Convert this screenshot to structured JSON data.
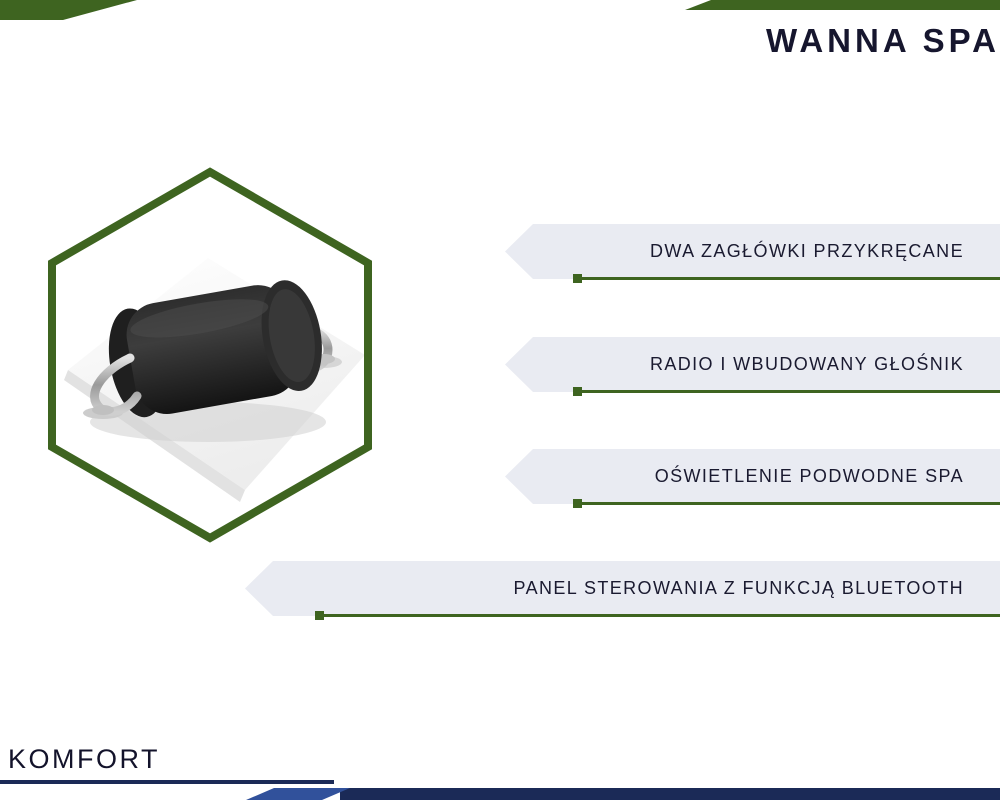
{
  "header": {
    "title": "WANNA SPA"
  },
  "product": {
    "image": "spa-headrest-photo"
  },
  "features": [
    {
      "label": "DWA ZAGŁÓWKI PRZYKRĘCANE"
    },
    {
      "label": "RADIO I WBUDOWANY GŁOŚNIK"
    },
    {
      "label": "OŚWIETLENIE PODWODNE SPA"
    },
    {
      "label": "PANEL STEROWANIA Z FUNKCJĄ BLUETOOTH"
    }
  ],
  "footer": {
    "label": "KOMFORT"
  },
  "colors": {
    "accent_green": "#3e6420",
    "navy": "#1b2a57",
    "light_blue": "#31519b",
    "banner_bg": "#e9ebf2",
    "text": "#1a1a30"
  }
}
